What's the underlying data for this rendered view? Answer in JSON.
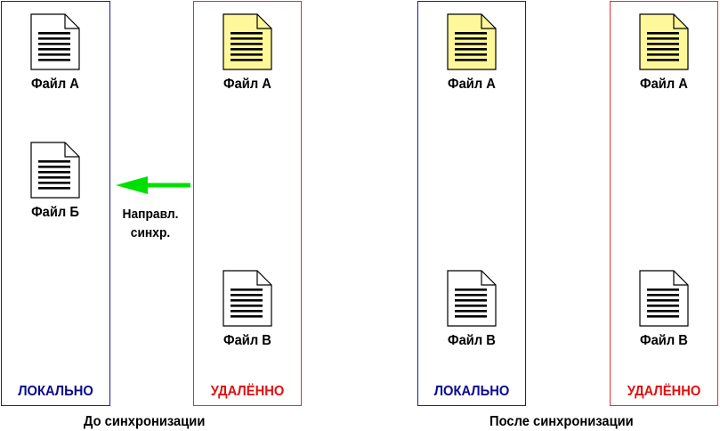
{
  "before": {
    "caption": "До синхронизации",
    "local": {
      "label": "ЛОКАЛЬНО",
      "files": [
        {
          "name": "Файл А",
          "state": "unchanged"
        },
        {
          "name": "Файл Б",
          "state": "unchanged"
        }
      ]
    },
    "remote": {
      "label": "УДАЛЁННО",
      "files": [
        {
          "name": "Файл А",
          "state": "modified"
        },
        {
          "name": "Файл В",
          "state": "unchanged"
        }
      ]
    },
    "arrow": {
      "line1": "Направл.",
      "line2": "синхр.",
      "color": "#00e000"
    }
  },
  "after": {
    "caption": "После синхронизации",
    "local": {
      "label": "ЛОКАЛЬНО",
      "files": [
        {
          "name": "Файл А",
          "state": "modified"
        },
        {
          "name": "Файл В",
          "state": "unchanged"
        }
      ]
    },
    "remote": {
      "label": "УДАЛЁННО",
      "files": [
        {
          "name": "Файл А",
          "state": "modified"
        },
        {
          "name": "Файл В",
          "state": "unchanged"
        }
      ]
    }
  },
  "colors": {
    "local_border": "#1a1aa0",
    "remote_border": "#e03030",
    "local_label": "#0a0a90",
    "remote_label": "#e01010",
    "modified_fill": "#fff89a",
    "unchanged_fill": "#ffffff"
  },
  "icons": {
    "file": "document-icon",
    "arrow": "arrow-left-icon"
  }
}
